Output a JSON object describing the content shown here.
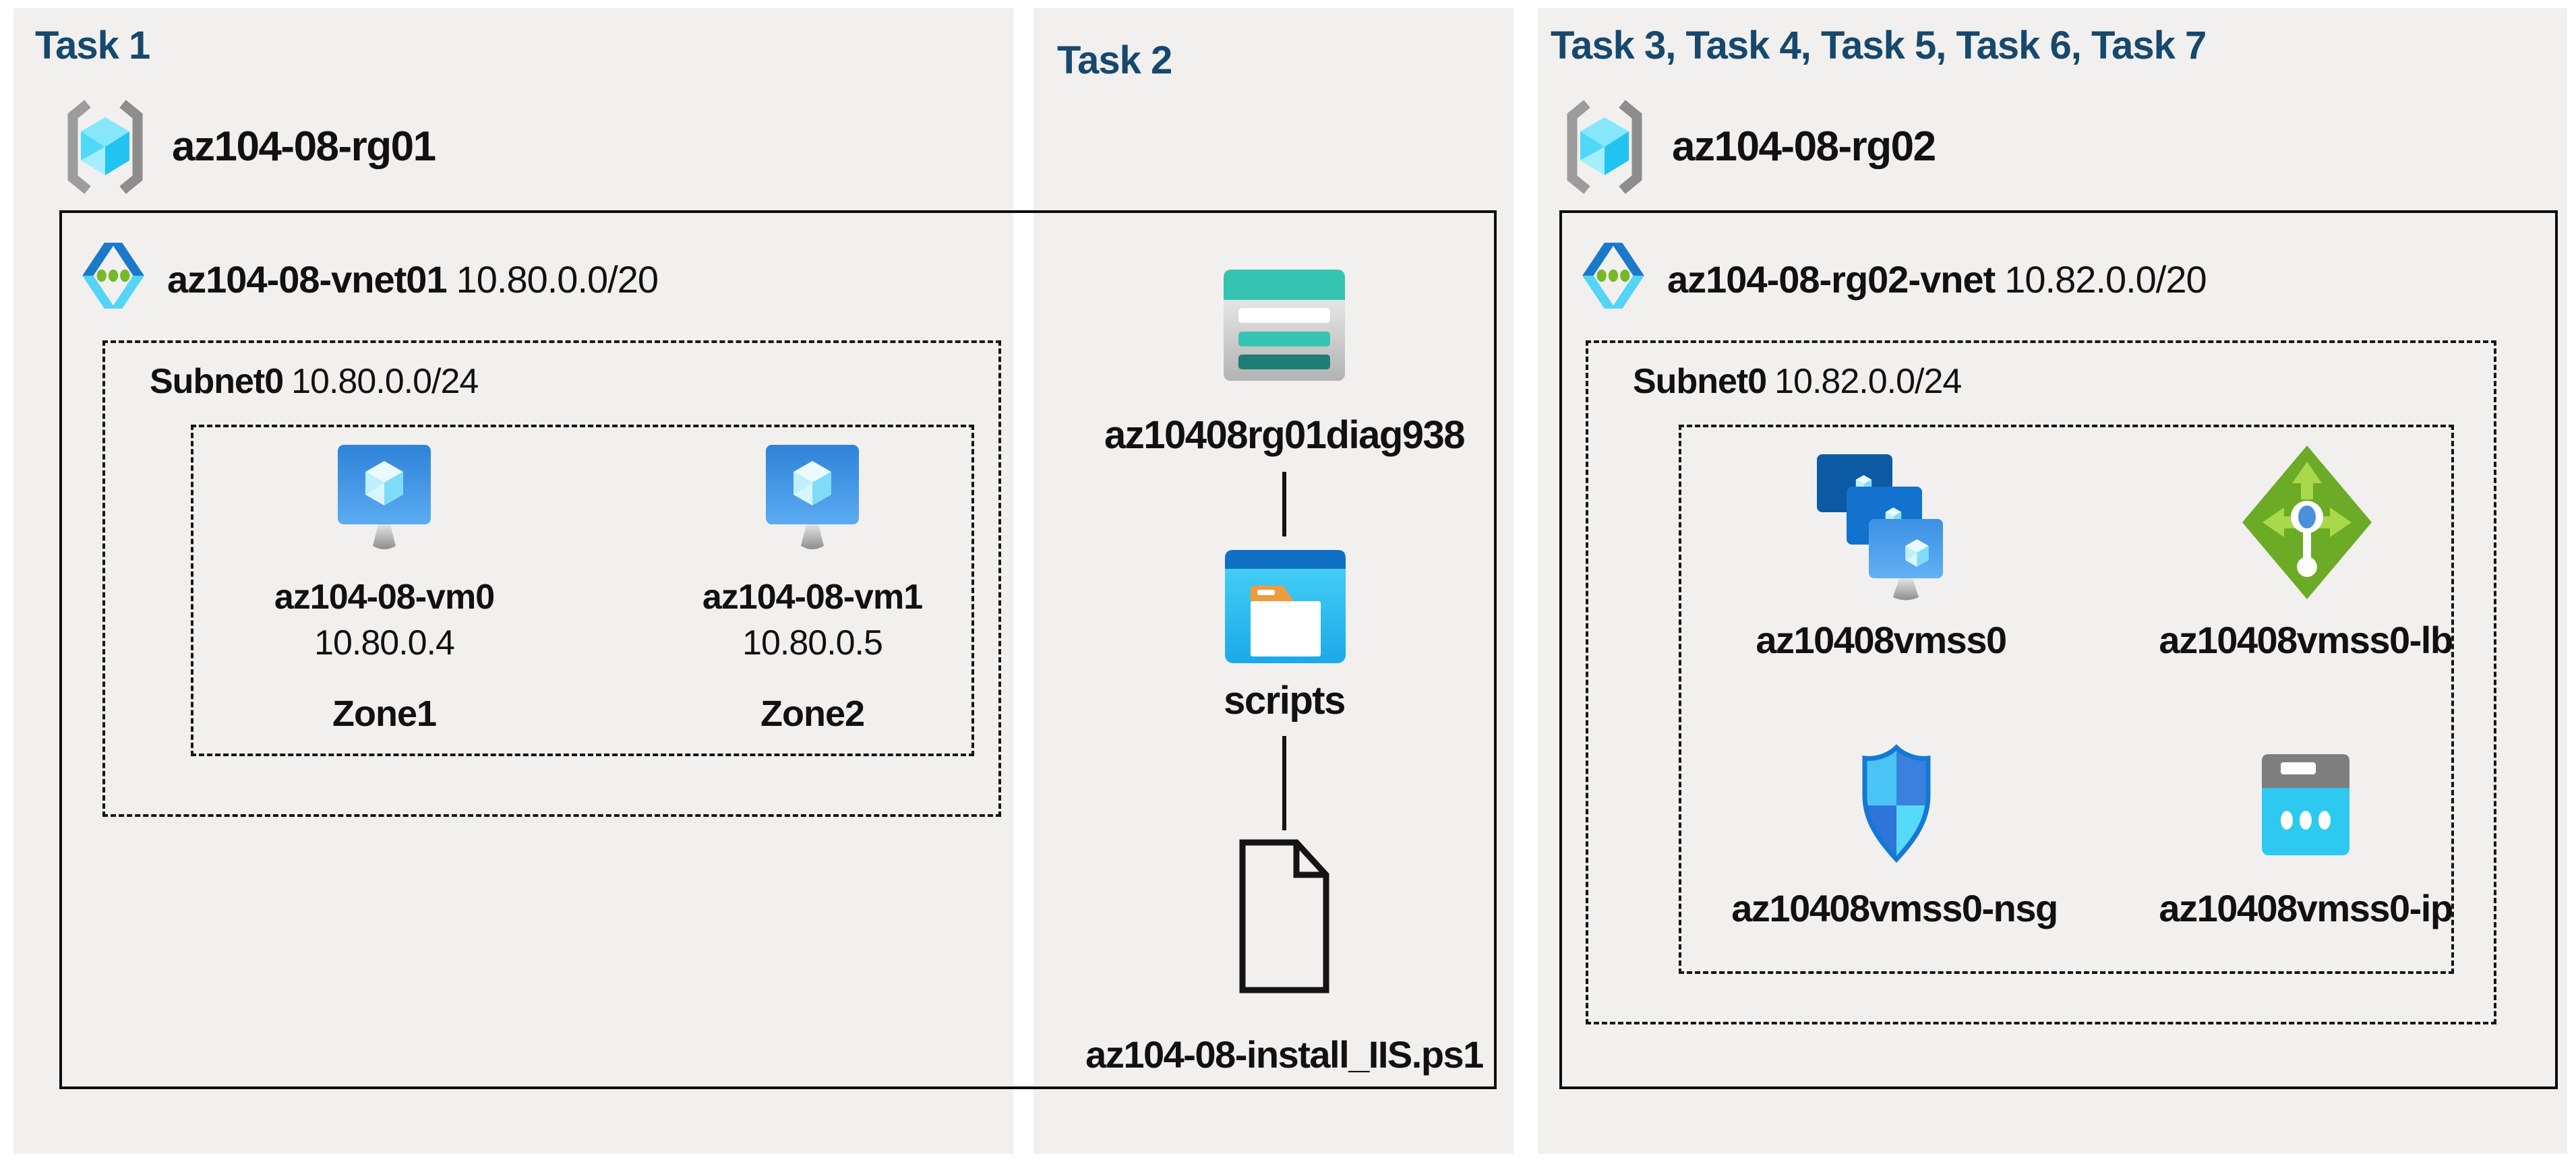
{
  "task1": {
    "header": "Task 1",
    "resource_group": "az104-08-rg01",
    "vnet": {
      "name": "az104-08-vnet01",
      "cidr": "10.80.0.0/20"
    },
    "subnet": {
      "name": "Subnet0",
      "cidr": "10.80.0.0/24"
    },
    "vms": [
      {
        "name": "az104-08-vm0",
        "ip": "10.80.0.4",
        "zone": "Zone1"
      },
      {
        "name": "az104-08-vm1",
        "ip": "10.80.0.5",
        "zone": "Zone2"
      }
    ]
  },
  "task2": {
    "header": "Task 2",
    "storage_account": "az10408rg01diag938",
    "container": "scripts",
    "file": "az104-08-install_IIS.ps1"
  },
  "task3": {
    "header": "Task 3, Task 4, Task 5, Task 6, Task 7",
    "resource_group": "az104-08-rg02",
    "vnet": {
      "name": "az104-08-rg02-vnet",
      "cidr": "10.82.0.0/20"
    },
    "subnet": {
      "name": "Subnet0",
      "cidr": "10.82.0.0/24"
    },
    "vmss": "az10408vmss0",
    "load_balancer": "az10408vmss0-lb",
    "nsg": "az10408vmss0-nsg",
    "public_ip": "az10408vmss0-ip"
  },
  "colors": {
    "task_header": "#17486d",
    "panel_bg": "#f1f0ef",
    "outline_black": "#0c0c0c",
    "vnet_blue": "#1b79c9",
    "vnet_cyan": "#54d4f7",
    "dot_green": "#76b82a",
    "vm_screen_blue": "#2e82d8",
    "storage_teal": "#35c4b2",
    "storage_teal_dark": "#1f7e73",
    "blob_titlebar_blue": "#0f70c6",
    "folder_orange": "#f09a3e",
    "lb_green": "#6cab25",
    "lb_arrow_green": "#a9d84a",
    "shield_border_blue": "#1478d5",
    "public_ip_cyan": "#2dc9f0",
    "public_ip_gray": "#7e7e7e"
  }
}
